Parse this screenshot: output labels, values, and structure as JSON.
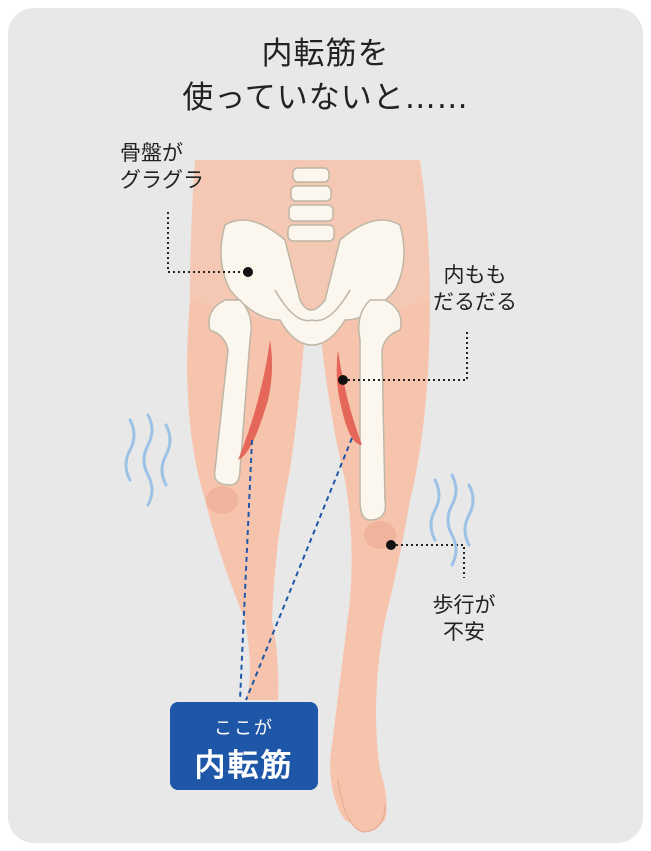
{
  "title": {
    "line1": "内転筋を",
    "line2": "使っていないと……"
  },
  "annotations": {
    "pelvis": {
      "line1": "骨盤が",
      "line2": "グラグラ"
    },
    "thigh": {
      "line1": "内もも",
      "line2": "だるだる"
    },
    "walking": {
      "line1": "歩行が",
      "line2": "不安"
    }
  },
  "callout": {
    "small": "ここが",
    "big": "内転筋"
  },
  "colors": {
    "panel": "#e8e8e8",
    "skin": "#f6c4ad",
    "bone": "#fbf7ef",
    "muscle": "#e0574a",
    "callout": "#1f57a8",
    "dash": "#1f57a8",
    "wave": "#9cc3e6"
  }
}
